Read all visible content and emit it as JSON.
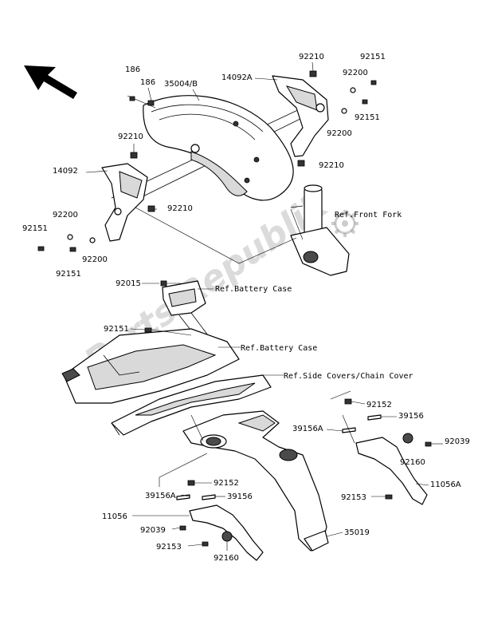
{
  "watermark": "Parts Republik",
  "part_labels": {
    "p186a": "186",
    "p186b": "186",
    "p35004b": "35004/B",
    "p14092a": "14092A",
    "p92210_top": "92210",
    "p92151_top": "92151",
    "p92200_top": "92200",
    "p92151_r": "92151",
    "p92200_r": "92200",
    "p92210_r": "92210",
    "p92210_l": "92210",
    "p14092": "14092",
    "p92210_mid": "92210",
    "p92200_l": "92200",
    "p92151_l": "92151",
    "p92200_b": "92200",
    "p92151_b": "92151",
    "p92015": "92015",
    "p92151_bc": "92151",
    "p92152_r": "92152",
    "p39156_r": "39156",
    "p39156a_r": "39156A",
    "p92039_r": "92039",
    "p92160_r": "92160",
    "p11056a": "11056A",
    "p92153_r": "92153",
    "p39156a_l": "39156A",
    "p92152_l": "92152",
    "p39156_l": "39156",
    "p11056": "11056",
    "p92039_l": "92039",
    "p92153_l": "92153",
    "p35019": "35019",
    "p92160_l": "92160"
  },
  "references": {
    "front_fork": "Ref.Front Fork",
    "battery_case_1": "Ref.Battery Case",
    "battery_case_2": "Ref.Battery Case",
    "side_covers": "Ref.Side Covers/Chain Cover"
  },
  "icons": {
    "direction": "front-direction-arrow-icon",
    "gear": "gear-icon"
  }
}
